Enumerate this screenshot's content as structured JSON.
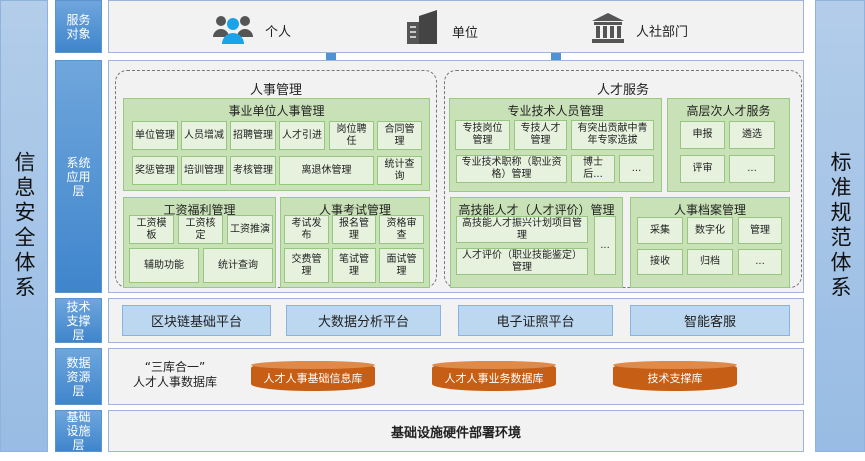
{
  "left_pillar": "信息安全体系",
  "right_pillar": "标准规范体系",
  "layers": {
    "service": "服务对象",
    "app": "系统应用层",
    "tech": "技术支撑层",
    "data": "数据资源层",
    "infra": "基础设施层"
  },
  "service_targets": [
    {
      "label": "个人",
      "icon": "people-icon"
    },
    {
      "label": "单位",
      "icon": "building-icon"
    },
    {
      "label": "人社部门",
      "icon": "government-icon"
    }
  ],
  "personnel": {
    "title": "人事管理",
    "institution": {
      "title": "事业单位人事管理",
      "items": [
        "单位管理",
        "人员增减",
        "招聘管理",
        "人才引进",
        "岗位聘任",
        "合同管理",
        "奖惩管理",
        "培训管理",
        "考核管理",
        "离退休管理",
        "统计查询"
      ]
    },
    "salary": {
      "title": "工资福利管理",
      "items": [
        "工资模板",
        "工资核定",
        "工资推演",
        "辅助功能",
        "统计查询"
      ]
    },
    "exam": {
      "title": "人事考试管理",
      "items": [
        "考试发布",
        "报名管理",
        "资格审查",
        "交费管理",
        "笔试管理",
        "面试管理"
      ]
    }
  },
  "talent": {
    "title": "人才服务",
    "professional": {
      "title": "专业技术人员管理",
      "items": [
        "专技岗位管理",
        "专技人才管理",
        "有突出贡献中青年专家选拔",
        "专业技术职称（职业资格）管理",
        "博士后...",
        "..."
      ]
    },
    "high_level": {
      "title": "高层次人才服务",
      "items": [
        "申报",
        "遴选",
        "评审",
        "..."
      ]
    },
    "skilled": {
      "title": "高技能人才（人才评价）管理",
      "items": [
        "高技能人才振兴计划项目管理",
        "人才评价（职业技能鉴定）管理",
        "..."
      ]
    },
    "archive": {
      "title": "人事档案管理",
      "items": [
        "采集",
        "数字化",
        "管理",
        "接收",
        "归档",
        "..."
      ]
    }
  },
  "tech_platforms": [
    "区块链基础平台",
    "大数据分析平台",
    "电子证照平台",
    "智能客服"
  ],
  "data_resources": {
    "caption_line1": "“三库合一”",
    "caption_line2": "人才人事数据库",
    "databases": [
      "人才人事基础信息库",
      "人才人事业务数据库",
      "技术支撑库"
    ]
  },
  "infra": "基础设施硬件部署环境"
}
